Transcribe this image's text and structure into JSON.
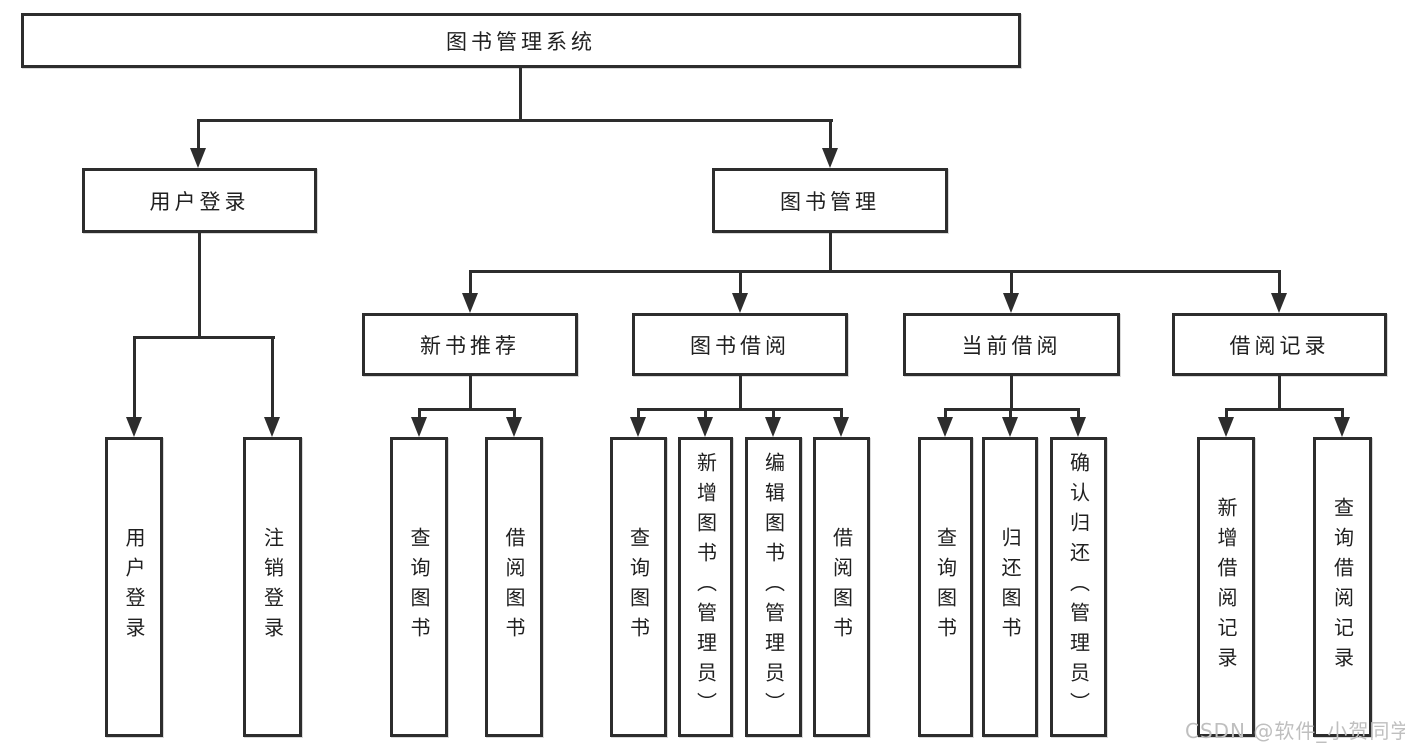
{
  "nodes": {
    "root": {
      "label": "图书管理系统"
    },
    "level1": [
      {
        "label": "用户登录"
      },
      {
        "label": "图书管理"
      }
    ],
    "level2": [
      {
        "label": "新书推荐"
      },
      {
        "label": "图书借阅"
      },
      {
        "label": "当前借阅"
      },
      {
        "label": "借阅记录"
      }
    ],
    "leaves": [
      {
        "label": "用户登录"
      },
      {
        "label": "注销登录"
      },
      {
        "label": "查询图书"
      },
      {
        "label": "借阅图书"
      },
      {
        "label": "查询图书"
      },
      {
        "label": "新增图书（管理员）"
      },
      {
        "label": "编辑图书（管理员）"
      },
      {
        "label": "借阅图书"
      },
      {
        "label": "查询图书"
      },
      {
        "label": "归还图书"
      },
      {
        "label": "确认归还（管理员）"
      },
      {
        "label": "新增借阅记录"
      },
      {
        "label": "查询借阅记录"
      }
    ]
  },
  "watermark": {
    "text": "CSDN @软件_小贺同学"
  },
  "colors": {
    "line": "#2d2d2d",
    "text": "#202020",
    "watermark": "#bfbfbf",
    "background": "#ffffff"
  }
}
